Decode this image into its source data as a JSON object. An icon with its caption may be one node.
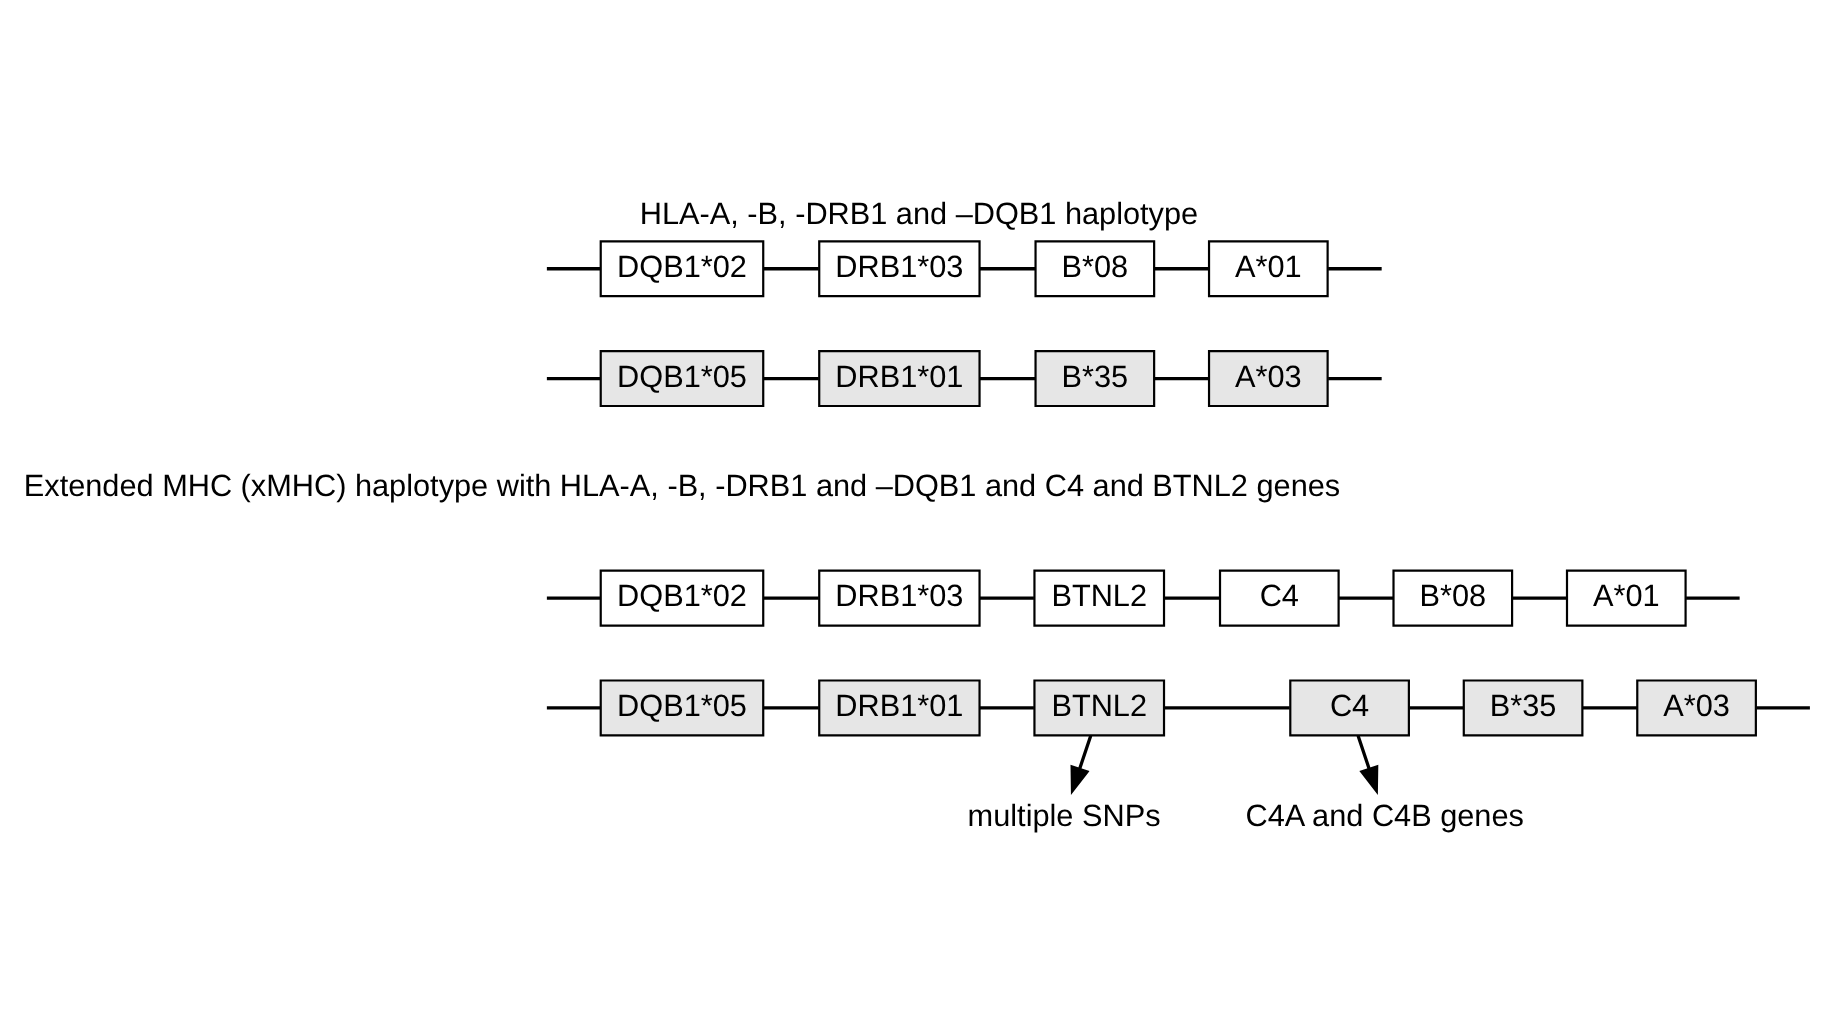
{
  "diagram": {
    "title": "HLA-A, -B, -DRB1 and –DQB1 haplotype",
    "nodes": [
      {
        "text": [
          "DQB1*02"
        ]
      },
      {
        "text": [
          "DRB1*03"
        ]
      },
      {
        "text": [
          "B*08"
        ]
      },
      {
        "text": [
          "A*01"
        ]
      },
      {
        "text": [
          "DQB1*05"
        ]
      },
      {
        "text": [
          "DRB1*01"
        ]
      },
      {
        "text": [
          "B*35"
        ]
      },
      {
        "text": [
          "A*03"
        ]
      },
      {
        "text": [
          "DQB1*02"
        ]
      },
      {
        "text": [
          "DRB1*03"
        ]
      },
      {
        "text": [
          "BTNL2"
        ]
      },
      {
        "text": [
          "C4"
        ]
      },
      {
        "text": [
          "B*08"
        ]
      },
      {
        "text": [
          "A*01"
        ]
      },
      {
        "text": [
          "DQB1*05"
        ]
      },
      {
        "text": [
          "DRB1*01"
        ]
      },
      {
        "text": [
          "BTNL2"
        ]
      },
      {
        "text": [
          "C4"
        ]
      },
      {
        "text": [
          "B*35"
        ]
      },
      {
        "text": [
          "A*03"
        ]
      },
      {
        "text": [
          "multiple SNPs"
        ]
      },
      {
        "text": [
          "C4A and C4B genes"
        ]
      }
    ],
    "edges": [
      {
        "from": null,
        "to": 0,
        "arrow": "none"
      },
      {
        "from": 0,
        "to": 1,
        "arrow": "none"
      },
      {
        "from": 1,
        "to": 2,
        "arrow": "none"
      },
      {
        "from": 2,
        "to": 3,
        "arrow": "none"
      },
      {
        "from": 3,
        "to": null,
        "arrow": "none"
      },
      {
        "from": null,
        "to": 4,
        "arrow": "none"
      },
      {
        "from": 4,
        "to": 5,
        "arrow": "none"
      },
      {
        "from": 5,
        "to": 6,
        "arrow": "none"
      },
      {
        "from": 6,
        "to": 7,
        "arrow": "none"
      },
      {
        "from": 7,
        "to": null,
        "arrow": "none"
      },
      {
        "from": null,
        "to": 8,
        "arrow": "none"
      },
      {
        "from": 8,
        "to": 9,
        "arrow": "none"
      },
      {
        "from": 9,
        "to": 10,
        "arrow": "none"
      },
      {
        "from": 10,
        "to": 11,
        "arrow": "none"
      },
      {
        "from": 11,
        "to": 12,
        "arrow": "none"
      },
      {
        "from": 12,
        "to": 13,
        "arrow": "none"
      },
      {
        "from": 13,
        "to": null,
        "arrow": "none"
      },
      {
        "from": null,
        "to": 14,
        "arrow": "none"
      },
      {
        "from": 14,
        "to": 15,
        "arrow": "none"
      },
      {
        "from": 15,
        "to": 16,
        "arrow": "none"
      },
      {
        "from": 16,
        "to": 17,
        "arrow": "none"
      },
      {
        "from": 17,
        "to": 18,
        "arrow": "none"
      },
      {
        "from": 18,
        "to": 19,
        "arrow": "none"
      },
      {
        "from": 19,
        "to": null,
        "arrow": "none"
      },
      {
        "from": 16,
        "to": 20,
        "arrow": "to"
      },
      {
        "from": 17,
        "to": 21,
        "arrow": "to"
      }
    ],
    "labels": [
      "Extended MHC (xMHC) haplotype with HLA-A, -B, -DRB1 and –DQB1 and C4 and BTNL2 genes"
    ]
  }
}
